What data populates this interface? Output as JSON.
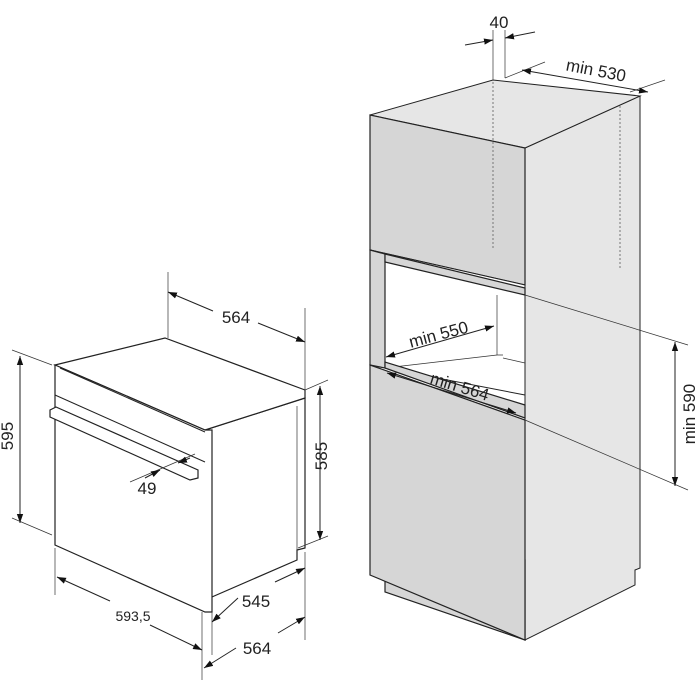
{
  "oven": {
    "depth_top": "564",
    "height_total": "595",
    "height_body": "585",
    "handle_offset": "49",
    "width_front": "593,5",
    "depth_body": "545",
    "width_body": "564"
  },
  "cabinet": {
    "rear_gap": "40",
    "depth_min": "min 530",
    "opening_depth_min": "min 550",
    "opening_width_min": "min 564",
    "opening_height_min": "min 590"
  },
  "colors": {
    "cabinet_fill": "#d6d6d6",
    "line": "#222222"
  }
}
